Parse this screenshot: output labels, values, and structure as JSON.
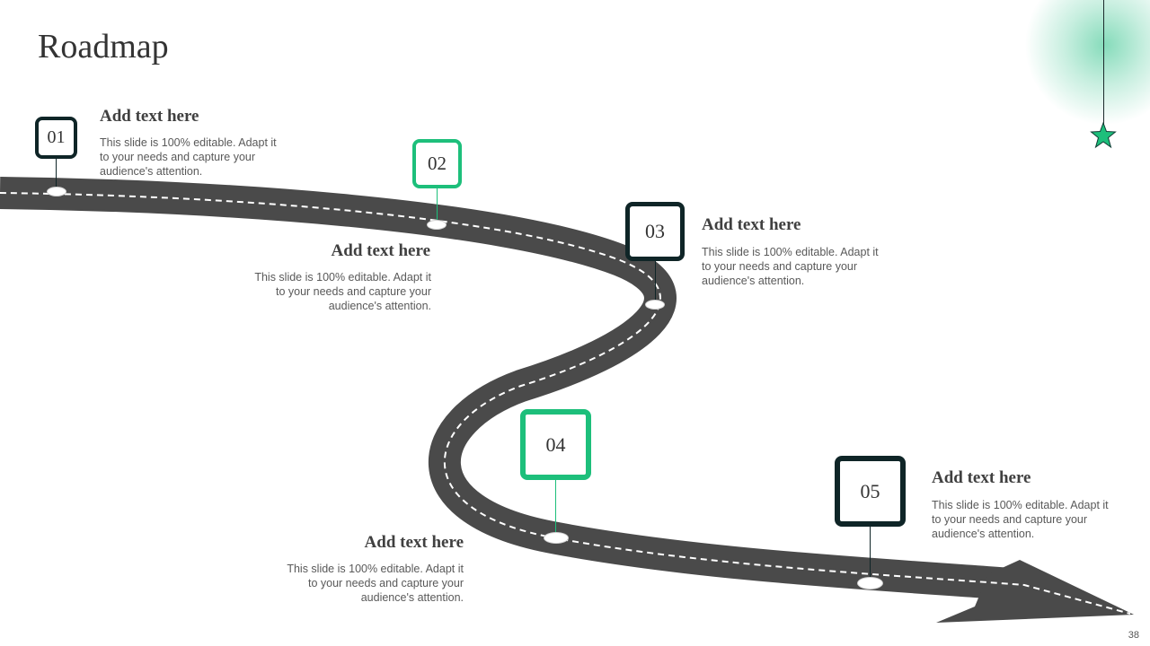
{
  "slide": {
    "title": "Roadmap",
    "page_number": "38"
  },
  "colors": {
    "road": "#4a4a4a",
    "accent_green": "#1dbf7b",
    "dark": "#0f2527"
  },
  "milestones": [
    {
      "number": "01",
      "heading": "Add text here",
      "text": "This slide is 100% editable. Adapt it to your needs and capture your audience's attention."
    },
    {
      "number": "02",
      "heading": "Add text here",
      "text": "This slide is 100% editable. Adapt it to your needs and capture your audience's attention."
    },
    {
      "number": "03",
      "heading": "Add text here",
      "text": "This slide is 100% editable. Adapt it to your needs and capture your audience's attention."
    },
    {
      "number": "04",
      "heading": "Add text here",
      "text": "This slide is 100% editable. Adapt it to your needs and capture your audience's attention."
    },
    {
      "number": "05",
      "heading": "Add text here",
      "text": "This slide is 100% editable. Adapt it to your needs and capture your audience's attention."
    }
  ]
}
